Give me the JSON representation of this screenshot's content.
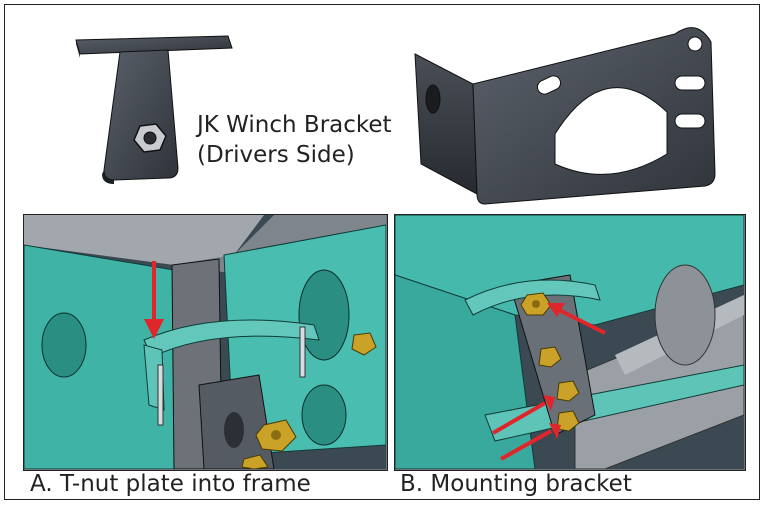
{
  "bracket_label": {
    "line1": "JK Winch Bracket",
    "line2": "(Drivers Side)"
  },
  "panels": [
    {
      "caption": "A. T-nut plate into frame"
    },
    {
      "caption": "B. Mounting bracket"
    }
  ],
  "colors": {
    "frame_teal": "#3fb3a6",
    "plate_gray": "#4a4f57",
    "arrow_red": "#e0262b",
    "bolt_gold": "#c9a227"
  }
}
